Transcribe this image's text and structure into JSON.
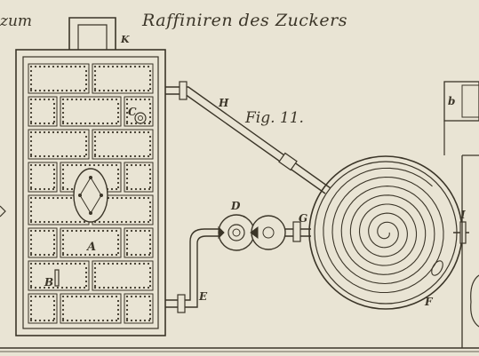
{
  "heading": {
    "left_fragment": "zum",
    "title": "Raffiniren des Zuckers"
  },
  "figure": {
    "caption": "Fig. 11.",
    "labels": {
      "K": "K",
      "H": "H",
      "C": "C",
      "A": "A",
      "B": "B",
      "E": "E",
      "D": "D",
      "G": "G",
      "I": "I",
      "F": "F",
      "b": "b"
    }
  },
  "colors": {
    "paper": "#e9e4d4",
    "ink": "#3b3528"
  }
}
